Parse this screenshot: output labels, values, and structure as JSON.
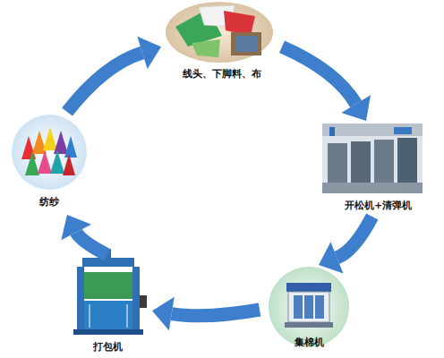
{
  "diagram": {
    "nodes": [
      {
        "text": [
          "线头、下脚料、布"
        ]
      },
      {
        "text": [
          "开松机+清弹机"
        ]
      },
      {
        "text": [
          "集棉机"
        ]
      },
      {
        "text": [
          "打包机"
        ]
      },
      {
        "text": [
          "纺纱"
        ]
      }
    ],
    "edges": [
      {
        "from": 0,
        "to": 1,
        "arrow": "to"
      },
      {
        "from": 1,
        "to": 2,
        "arrow": "to"
      },
      {
        "from": 2,
        "to": 3,
        "arrow": "to"
      },
      {
        "from": 3,
        "to": 4,
        "arrow": "to"
      },
      {
        "from": 4,
        "to": 0,
        "arrow": "to"
      }
    ]
  }
}
